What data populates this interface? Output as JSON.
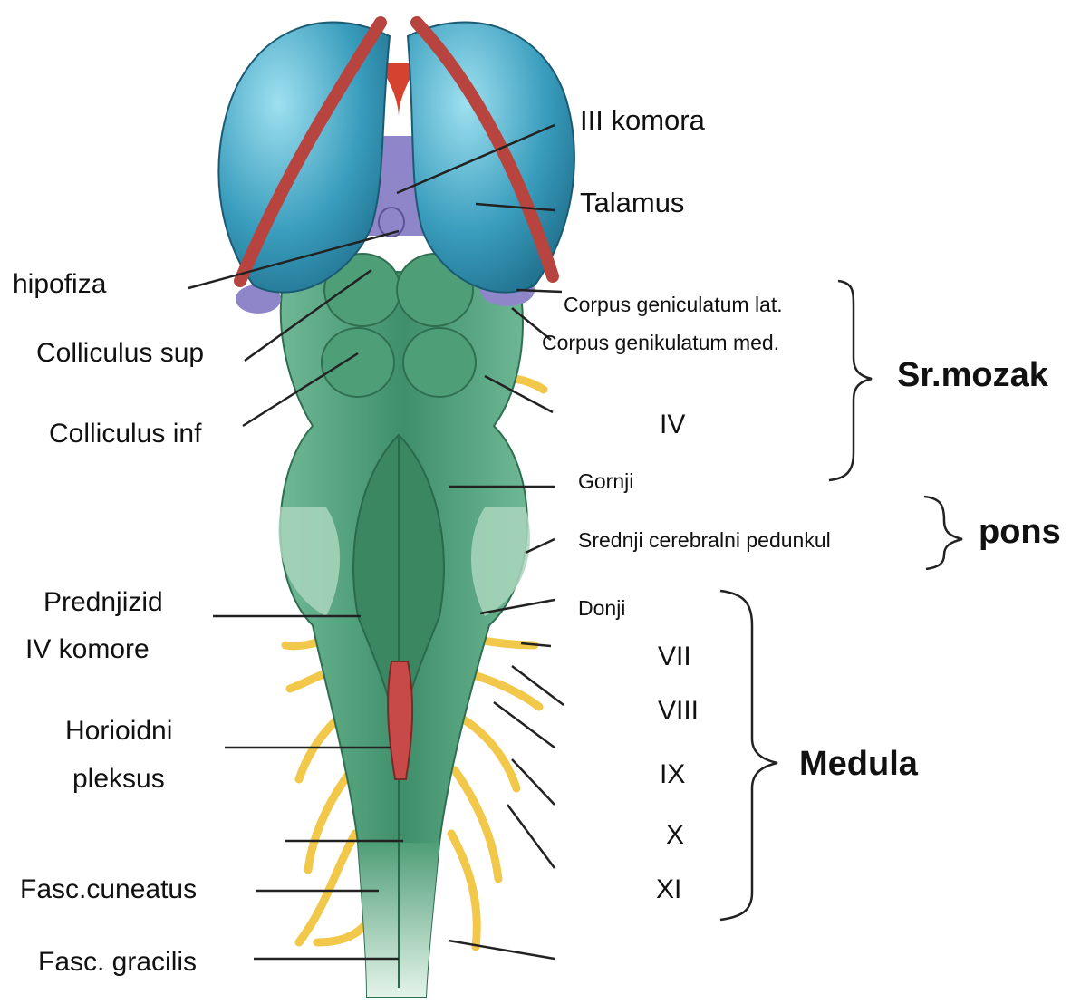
{
  "labels": {
    "iii_komora": "III komora",
    "talamus": "Talamus",
    "hipofiza": "hipofiza",
    "colliculus_sup": "Colliculus sup",
    "colliculus_inf": "Colliculus inf",
    "corpus_lat": "Corpus geniculatum lat.",
    "corpus_med": "Corpus genikulatum med.",
    "iv": "IV",
    "gornji": "Gornji",
    "srednji": "Srednji cerebralni pedunkul",
    "donji": "Donji",
    "prednjizid_1": "Prednjizid",
    "prednjizid_2": "IV komore",
    "horioidni_1": "Horioidni",
    "horioidni_2": "pleksus",
    "vii": "VII",
    "viii": "VIII",
    "ix": "IX",
    "x": "X",
    "xi": "XI",
    "fasc_cuneatus": "Fasc.cuneatus",
    "fasc_gracilis": "Fasc. gracilis"
  },
  "groups": {
    "sr_mozak": "Sr.mozak",
    "pons": "pons",
    "medula": "Medula"
  },
  "colors": {
    "thalamus": "#2f93b3",
    "thalamus_light": "#7fd0e6",
    "choroid": "#b8443f",
    "brainstem": "#4f9e77",
    "brainstem_light": "#8cc9a5",
    "nerve": "#f2c84b",
    "purple": "#8f86c9"
  }
}
